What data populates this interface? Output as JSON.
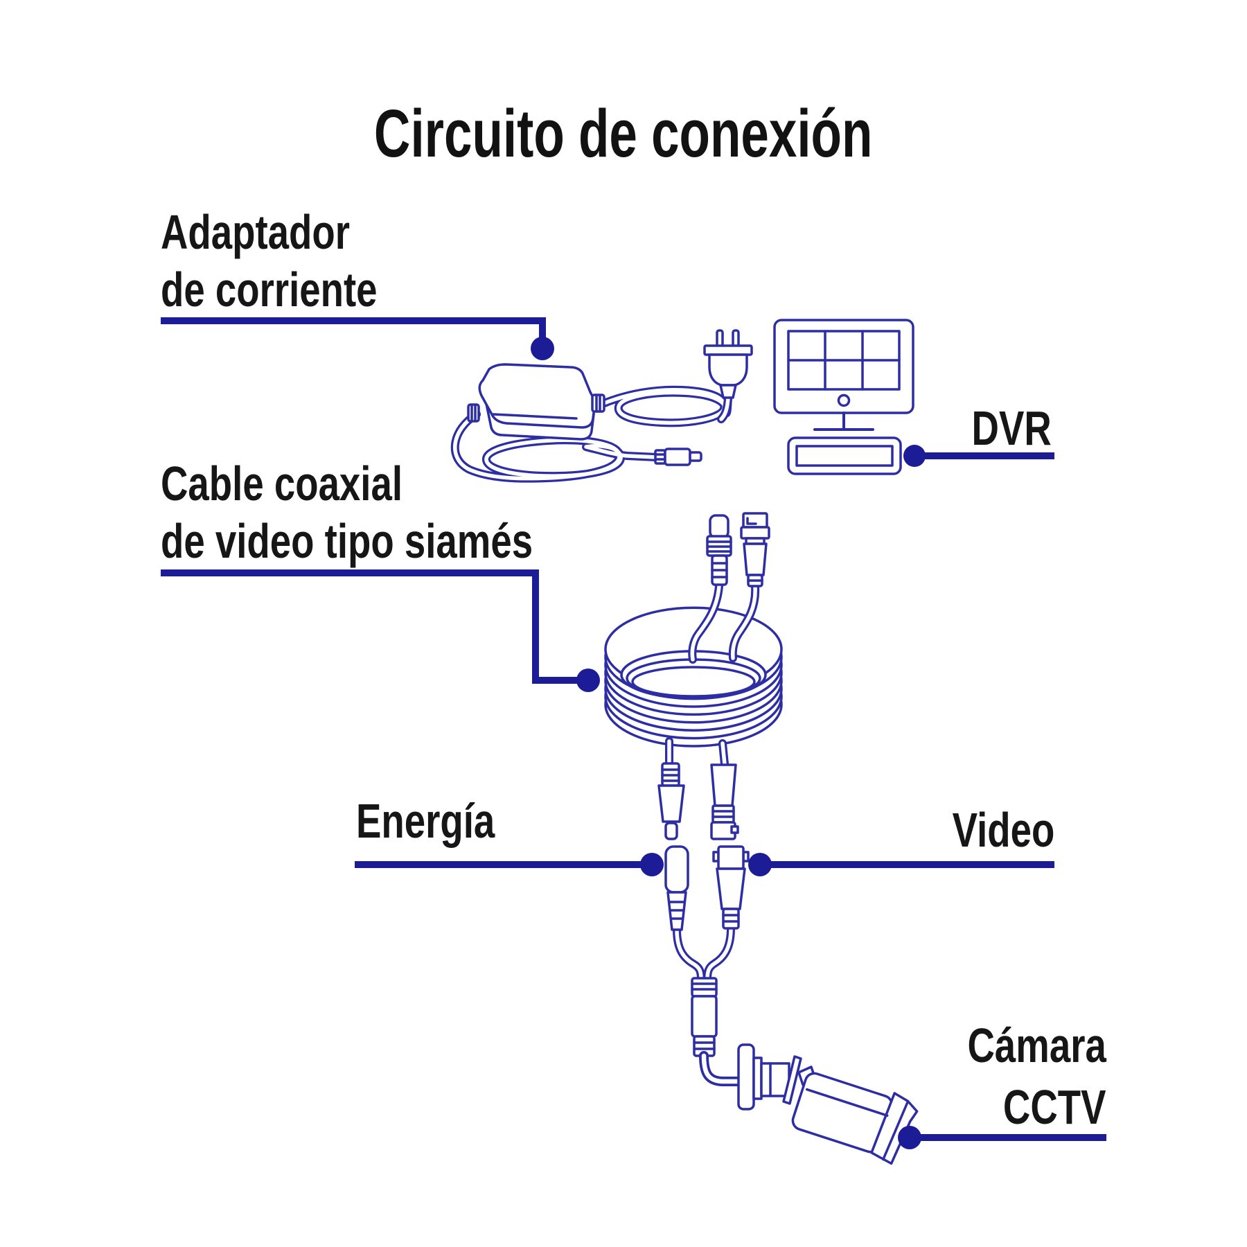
{
  "title": "Circuito de conexión",
  "colors": {
    "background": "#ffffff",
    "text_black": "#161616",
    "leader_blue": "#1c1c96",
    "ink_blue": "#2d2da4"
  },
  "labels": {
    "adapter": {
      "lines": [
        "Adaptador",
        "de corriente"
      ]
    },
    "cable": {
      "lines": [
        "Cable coaxial",
        "de video tipo siamés"
      ]
    },
    "energia": {
      "lines": [
        "Energía"
      ]
    },
    "video": {
      "lines": [
        "Video"
      ]
    },
    "dvr": {
      "lines": [
        "DVR"
      ]
    },
    "camera": {
      "lines": [
        "Cámara",
        "CCTV"
      ]
    }
  },
  "illustrations": [
    "power-adapter",
    "two-prong-plug",
    "dc-barrel-tip",
    "dvr-monitor",
    "dvr-box",
    "siamese-cable-coil",
    "dc-female-connector-top",
    "bnc-male-connector-top",
    "dc-male-connector",
    "bnc-male-connector",
    "dc-female-connector",
    "bnc-female-connector",
    "y-splitter-connector",
    "cctv-bullet-camera"
  ]
}
